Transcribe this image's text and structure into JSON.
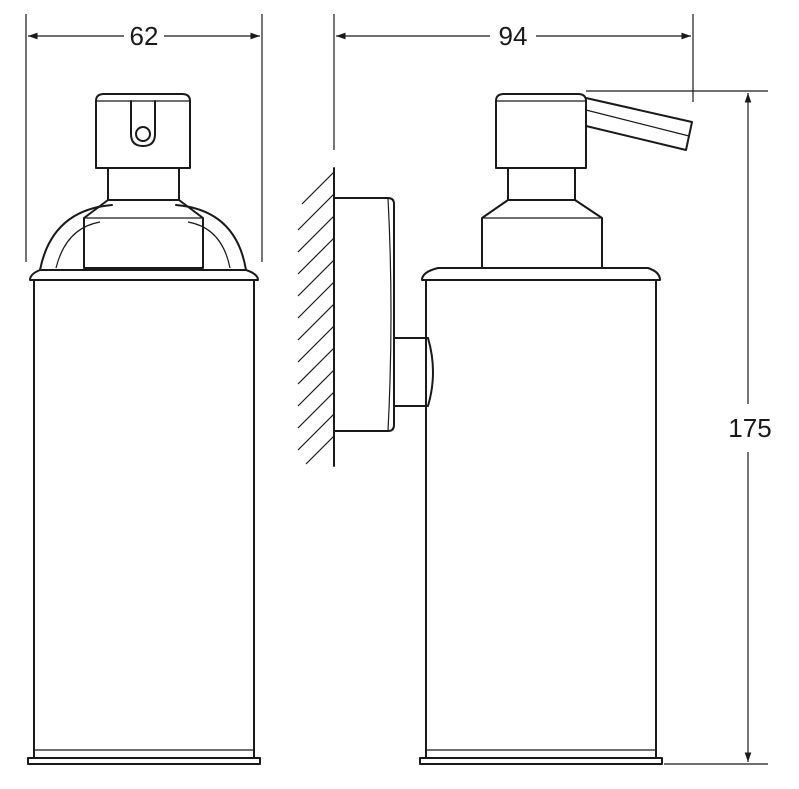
{
  "dimensions": {
    "width": "62",
    "depth": "94",
    "height": "175"
  },
  "colors": {
    "line": "#1a1a1a",
    "background": "#ffffff"
  }
}
